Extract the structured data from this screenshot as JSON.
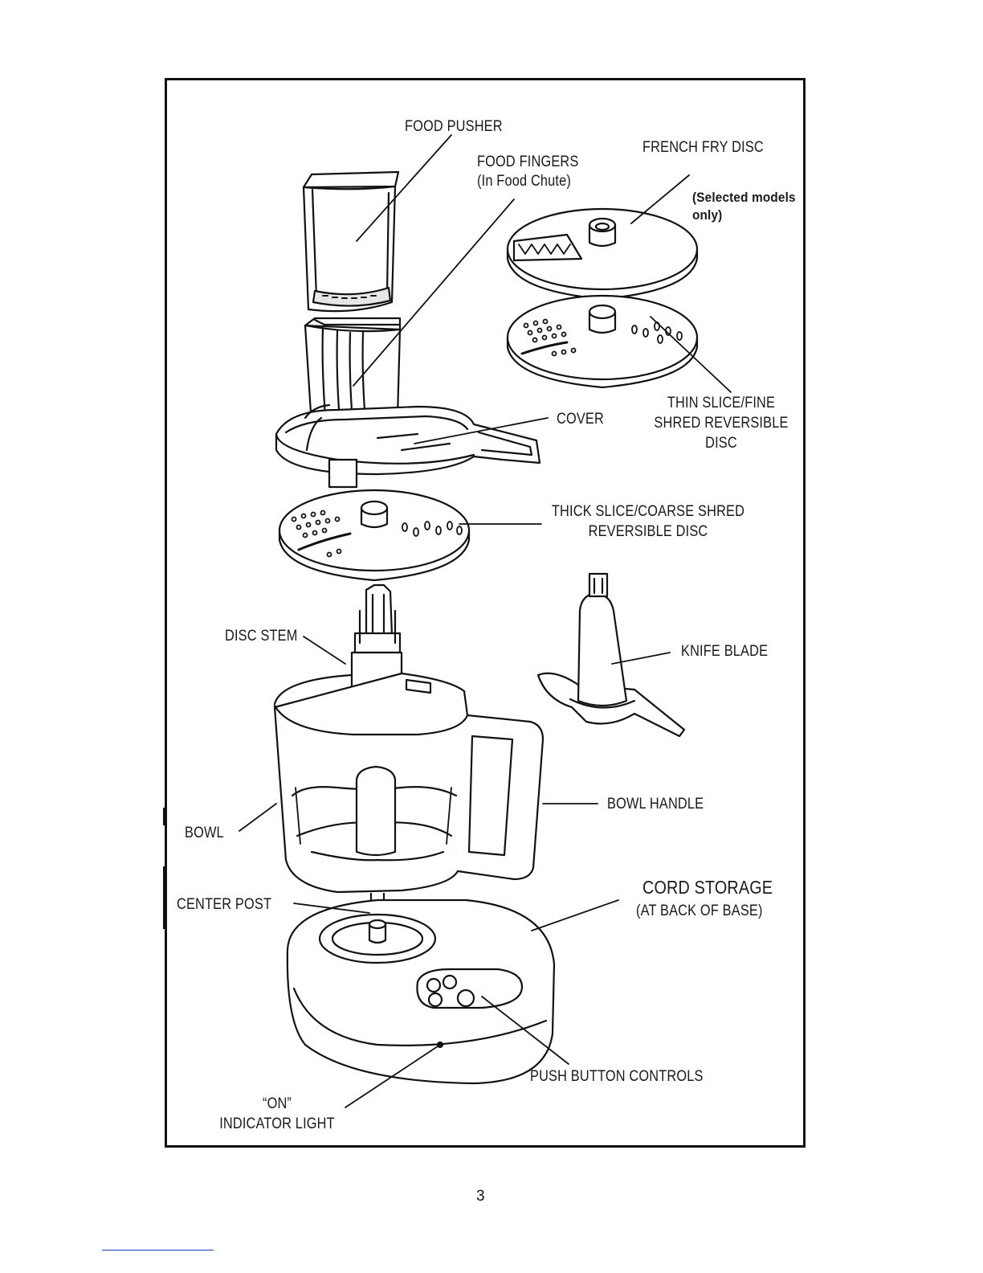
{
  "labels": {
    "food_pusher": "FOOD PUSHER",
    "food_fingers_1": "FOOD FINGERS",
    "food_fingers_2": "(In Food Chute)",
    "french_fry_disc": "FRENCH FRY DISC",
    "selected_models_1": "(Selected models",
    "selected_models_2": "only)",
    "thin_slice_1": "THIN SLICE/FINE",
    "thin_slice_2": "SHRED REVERSIBLE",
    "thin_slice_3": "DISC",
    "cover": "COVER",
    "thick_slice_1": "THICK SLICE/COARSE SHRED",
    "thick_slice_2": "REVERSIBLE DISC",
    "disc_stem": "DISC STEM",
    "knife_blade": "KNIFE BLADE",
    "bowl": "BOWL",
    "bowl_handle": "BOWL HANDLE",
    "center_post": "CENTER POST",
    "cord_storage_1": "CORD STORAGE",
    "cord_storage_2": "(AT BACK OF BASE)",
    "push_button_controls": "PUSH BUTTON CONTROLS",
    "on_light_1": "“ON”",
    "on_light_2": "INDICATOR LIGHT"
  },
  "page_number": "3",
  "colors": {
    "ink": "#111111",
    "footer_rule": "#1a3cc8"
  }
}
